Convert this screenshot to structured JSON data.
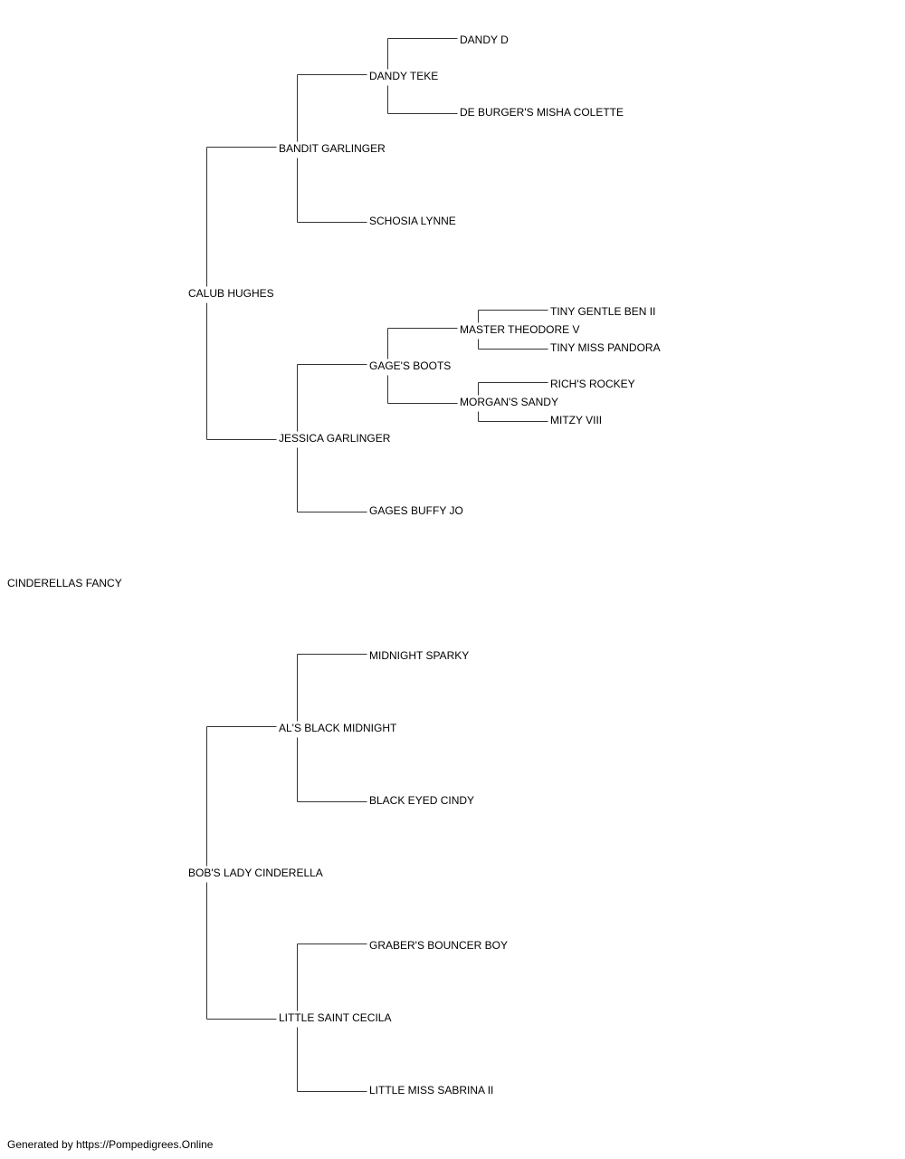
{
  "pedigree": {
    "subject": "CINDERELLAS FANCY",
    "sire": {
      "name": "CALUB HUGHES",
      "sire": {
        "name": "BANDIT GARLINGER",
        "sire": {
          "name": "DANDY TEKE",
          "sire": {
            "name": "DANDY D"
          },
          "dam": {
            "name": "DE BURGER'S MISHA COLETTE"
          }
        },
        "dam": {
          "name": "SCHOSIA LYNNE"
        }
      },
      "dam": {
        "name": "JESSICA GARLINGER",
        "sire": {
          "name": "GAGE'S BOOTS",
          "sire": {
            "name": "MASTER THEODORE V",
            "sire": {
              "name": "TINY GENTLE BEN II"
            },
            "dam": {
              "name": "TINY MISS PANDORA"
            }
          },
          "dam": {
            "name": "MORGAN'S SANDY",
            "sire": {
              "name": "RICH'S ROCKEY"
            },
            "dam": {
              "name": "MITZY VIII"
            }
          }
        },
        "dam": {
          "name": "GAGES BUFFY JO"
        }
      }
    },
    "dam": {
      "name": "BOB'S LADY CINDERELLA",
      "sire": {
        "name": "AL'S BLACK MIDNIGHT",
        "sire": {
          "name": "MIDNIGHT SPARKY"
        },
        "dam": {
          "name": "BLACK EYED CINDY"
        }
      },
      "dam": {
        "name": "LITTLE SAINT CECILA",
        "sire": {
          "name": "GRABER'S BOUNCER BOY"
        },
        "dam": {
          "name": "LITTLE MISS SABRINA II"
        }
      }
    }
  },
  "footer": {
    "text": "Generated by https://Pompedigrees.Online"
  },
  "colors": {
    "line": "#333333",
    "text": "#000000",
    "background": "#ffffff"
  }
}
